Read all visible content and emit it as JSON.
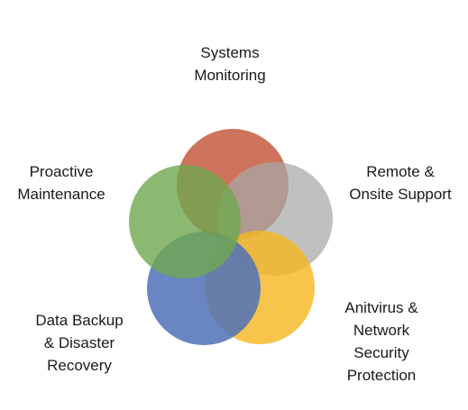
{
  "diagram": {
    "petals": [
      {
        "id": "systems",
        "color": "#c55a3f",
        "label_lines": [
          "Systems",
          "Monitoring"
        ]
      },
      {
        "id": "remote",
        "color": "#a8a8a8",
        "label_lines": [
          "Remote &",
          "Onsite Support"
        ]
      },
      {
        "id": "antivirus",
        "color": "#f5b71e",
        "label_lines": [
          "Anitvirus &",
          "Network",
          "Security",
          "Protection"
        ]
      },
      {
        "id": "backup",
        "color": "#4f71b8",
        "label_lines": [
          "Data Backup",
          "& Disaster",
          "Recovery"
        ]
      },
      {
        "id": "proactive",
        "color": "#6fa84f",
        "label_lines": [
          "Proactive",
          "Maintenance"
        ]
      }
    ]
  }
}
